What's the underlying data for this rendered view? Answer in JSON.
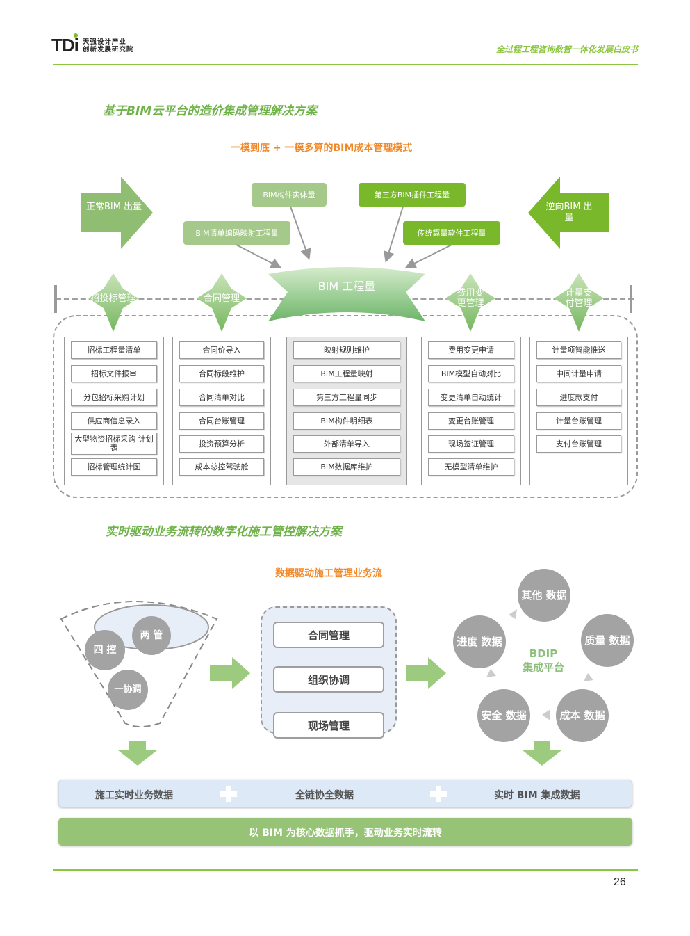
{
  "header": {
    "logo_mark": "TDi",
    "logo_line1": "天强设计产业",
    "logo_line2": "创新发展研究院",
    "document_title": "全过程工程咨询数智一体化发展白皮书"
  },
  "section1": {
    "title": "基于BIM云平台的造价集成管理解决方案",
    "subtitle": "一模到底 + 一模多算的BIM成本管理模式",
    "left_arrow": "正常BIM 出量",
    "right_arrow": "逆向BIM 出量",
    "sources": [
      {
        "label": "BIM构件实体量"
      },
      {
        "label": "BIM清单编码映射工程量"
      },
      {
        "label": "第三方BIM插件工程量"
      },
      {
        "label": "传统算量软件工程量"
      }
    ],
    "center_banner": "BIM 工程量",
    "columns": [
      {
        "header": "招投标管理",
        "items": [
          "招标工程量清单",
          "招标文件报审",
          "分包招标采购计划",
          "供应商信息录入",
          "大型物资招标采购 计划表",
          "招标管理统计图"
        ]
      },
      {
        "header": "合同管理",
        "items": [
          "合同价导入",
          "合同标段维护",
          "合同清单对比",
          "合同台账管理",
          "投资预算分析",
          "成本总控驾驶舱"
        ]
      },
      {
        "header": "BIM 工程量",
        "items": [
          "映射规则维护",
          "BIM工程量映射",
          "第三方工程量同步",
          "BIM构件明细表",
          "外部清单导入",
          "BIM数据库维护"
        ]
      },
      {
        "header": "费用变 更管理",
        "items": [
          "费用变更申请",
          "BIM模型自动对比",
          "变更清单自动统计",
          "变更台账管理",
          "现场签证管理",
          "无模型清单维护"
        ]
      },
      {
        "header": "计量支 付管理",
        "items": [
          "计量项智能推送",
          "中间计量申请",
          "进度款支付",
          "计量台账管理",
          "支付台账管理"
        ]
      }
    ]
  },
  "section2": {
    "title": "实时驱动业务流转的数字化施工管控解决方案",
    "subtitle": "数据驱动施工管理业务流",
    "funnel": {
      "two": "两 管",
      "four": "四 控",
      "one": "一协调"
    },
    "middle_items": [
      "合同管理",
      "组织协调",
      "现场管理"
    ],
    "platform": {
      "line1": "BDIP",
      "line2": "集成平台"
    },
    "cycle_nodes": [
      "其他 数据",
      "质量 数据",
      "成本 数据",
      "安全 数据",
      "进度 数据"
    ],
    "bar1": [
      "施工实时业务数据",
      "全链协全数据",
      "实时 BIM 集成数据"
    ],
    "bar2": "以 BIM 为核心数据抓手，驱动业务实时流转"
  },
  "footer": {
    "page_number": "26"
  },
  "colors": {
    "accent_green": "#8cc63f",
    "title_green": "#6fb24a",
    "orange": "#f0892a",
    "node_gray": "#a3a3a3"
  }
}
